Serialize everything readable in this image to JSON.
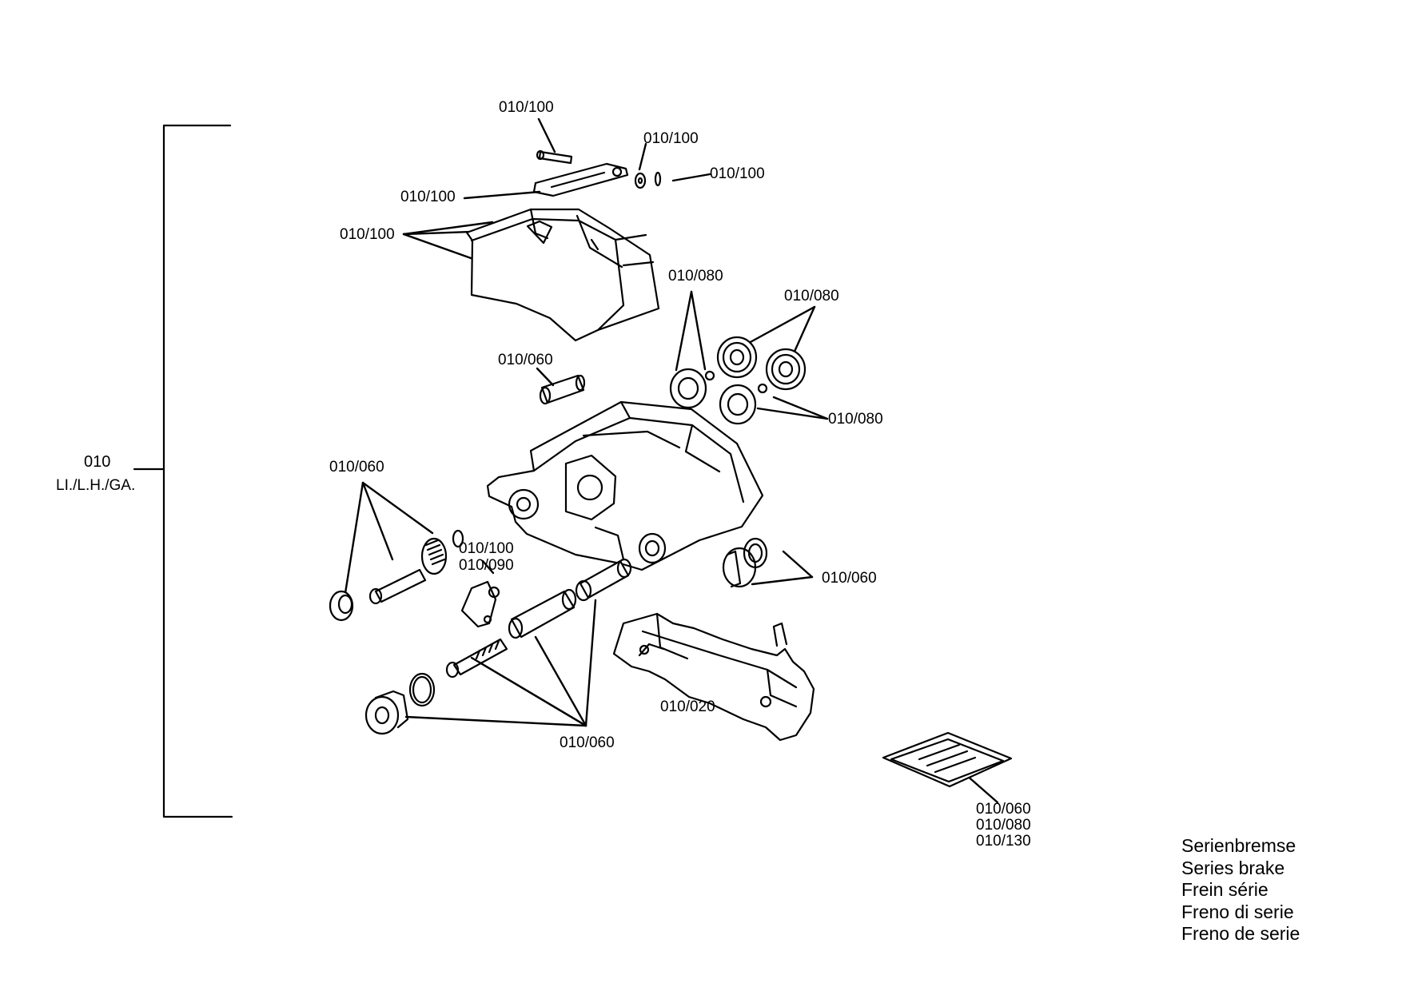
{
  "assembly": {
    "number": "010",
    "side": "LI./L.H./GA."
  },
  "callouts": [
    {
      "id": "c1",
      "text": "010/100"
    },
    {
      "id": "c2",
      "text": "010/100"
    },
    {
      "id": "c3",
      "text": "010/100"
    },
    {
      "id": "c4",
      "text": "010/100"
    },
    {
      "id": "c5",
      "text": "010/100"
    },
    {
      "id": "c6",
      "text": "010/080"
    },
    {
      "id": "c7",
      "text": "010/080"
    },
    {
      "id": "c8",
      "text": "010/060"
    },
    {
      "id": "c9",
      "text": "010/080"
    },
    {
      "id": "c10",
      "text": "010/060"
    },
    {
      "id": "c11",
      "text": "010/100"
    },
    {
      "id": "c12",
      "text": "010/090"
    },
    {
      "id": "c13",
      "text": "010/060"
    },
    {
      "id": "c14",
      "text": "010/020"
    },
    {
      "id": "c15",
      "text": "010/060"
    }
  ],
  "kit_refs": [
    "010/060",
    "010/080",
    "010/130"
  ],
  "title_lines": [
    "Serienbremse",
    "Series brake",
    "Frein série",
    "Freno di serie",
    "Freno de serie"
  ]
}
